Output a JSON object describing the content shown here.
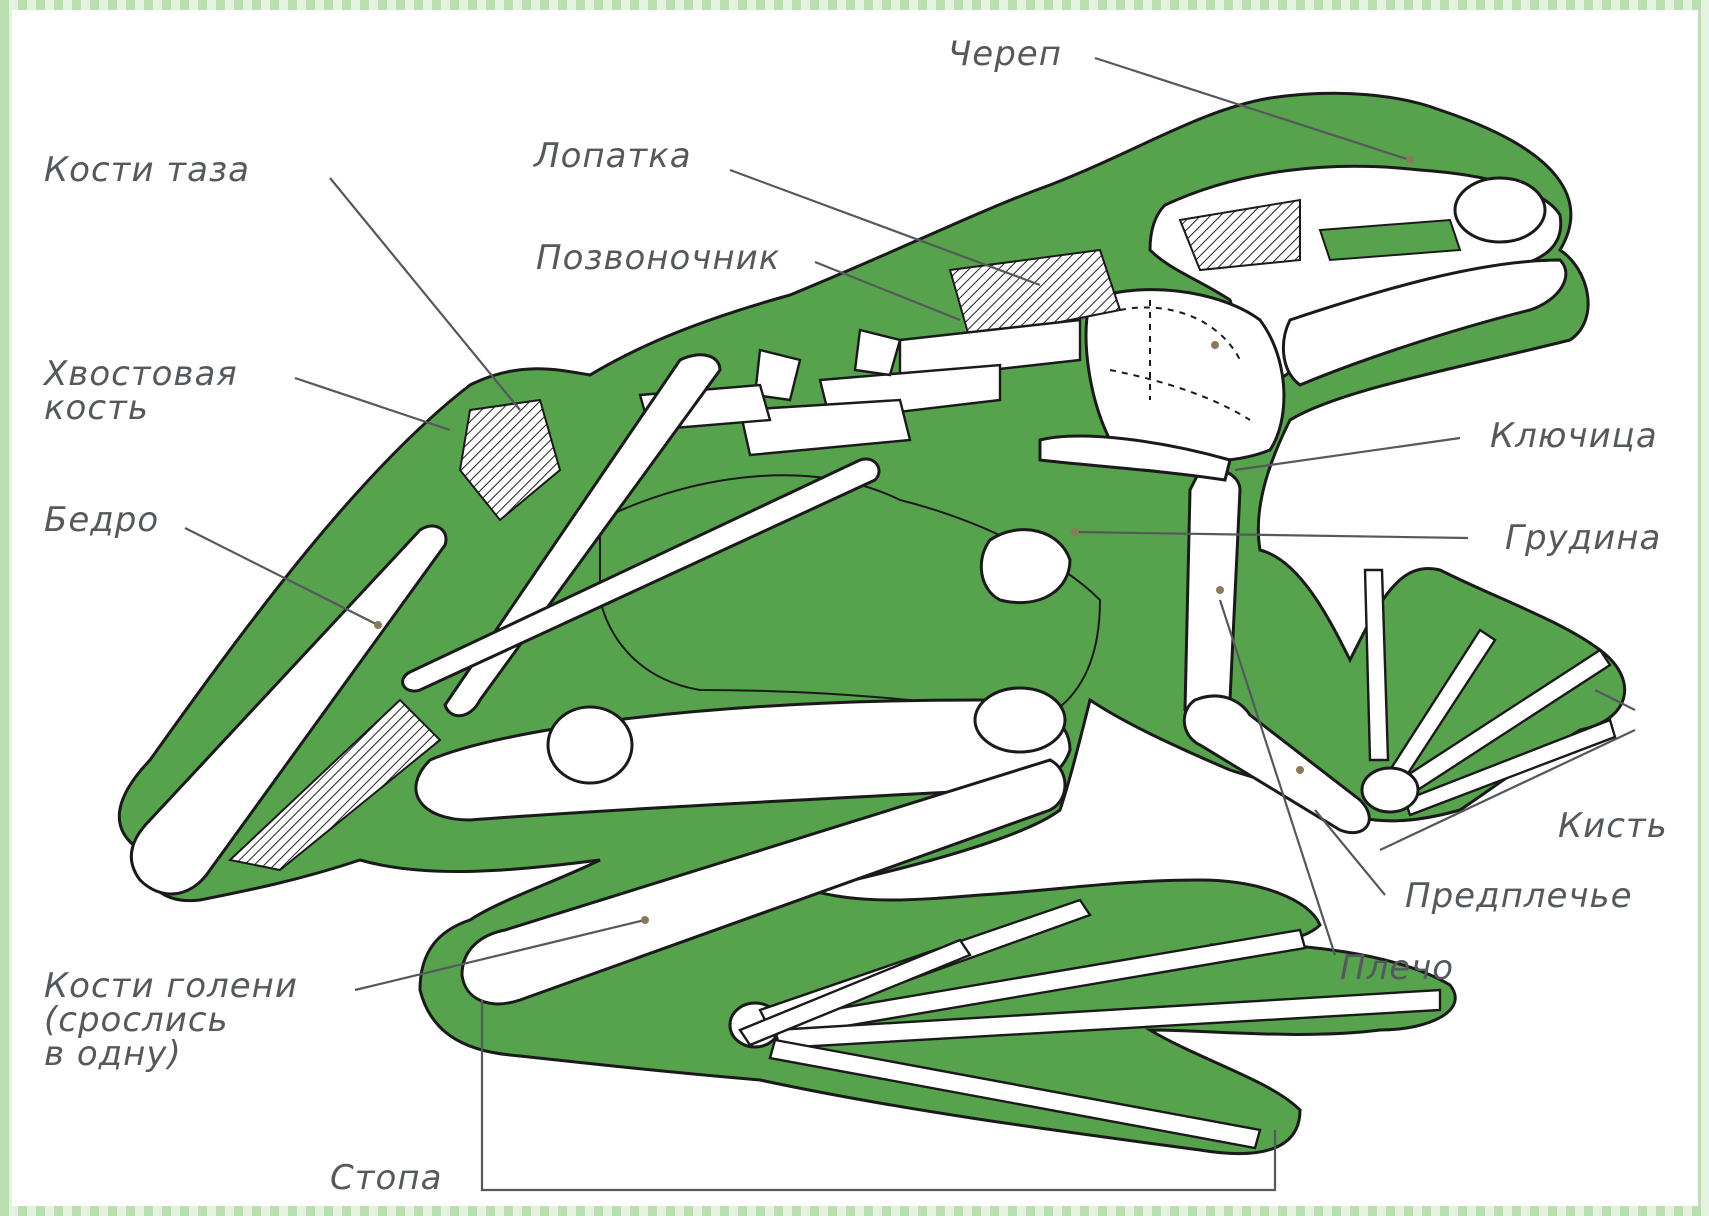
{
  "colors": {
    "body": "#57a24d",
    "bone": "#ffffff",
    "label": "#55595b",
    "frame": "#b9dfb0"
  },
  "labels": {
    "skull": "Череп",
    "scapula": "Лопатка",
    "pelvis": "Кости таза",
    "spine": "Позвоночник",
    "tail_bone_1": "Хвостовая",
    "tail_bone_2": "кость",
    "clavicle": "Ключица",
    "femur": "Бедро",
    "sternum": "Грудина",
    "hand": "Кисть",
    "forearm": "Предплечье",
    "shoulder": "Плечо",
    "shin_1": "Кости голени",
    "shin_2": "(срослись",
    "shin_3": "в одну)",
    "foot": "Стопа"
  }
}
